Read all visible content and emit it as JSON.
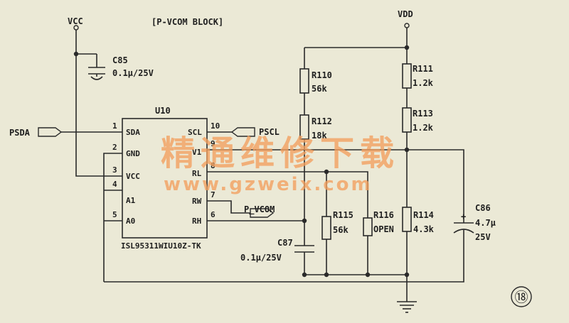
{
  "block_title": "[P-VCOM BLOCK]",
  "rails": {
    "vcc": "VCC",
    "vdd": "VDD"
  },
  "signals": {
    "psda": "PSDA",
    "pscl": "PSCL",
    "p_vcom": "P_VCOM"
  },
  "ic": {
    "ref": "U10",
    "part_number": "ISL95311WIU10Z-TK",
    "left_pins": [
      {
        "num": "1",
        "name": "SDA"
      },
      {
        "num": "2",
        "name": "GND"
      },
      {
        "num": "3",
        "name": "VCC"
      },
      {
        "num": "4",
        "name": "A1"
      },
      {
        "num": "5",
        "name": "A0"
      }
    ],
    "right_pins": [
      {
        "num": "10",
        "name": "SCL"
      },
      {
        "num": "9",
        "name": "V1"
      },
      {
        "num": "8",
        "name": "RL"
      },
      {
        "num": "7",
        "name": "RW"
      },
      {
        "num": "6",
        "name": "RH"
      }
    ]
  },
  "components": {
    "c85": {
      "ref": "C85",
      "value": "0.1μ/25V"
    },
    "c87": {
      "ref": "C87",
      "value": "0.1μ/25V"
    },
    "c86": {
      "ref": "C86",
      "value": "4.7μ",
      "voltage": "25V",
      "polarity": "+"
    },
    "r110": {
      "ref": "R110",
      "value": "56k"
    },
    "r112": {
      "ref": "R112",
      "value": "18k"
    },
    "r111": {
      "ref": "R111",
      "value": "1.2k"
    },
    "r113": {
      "ref": "R113",
      "value": "1.2k"
    },
    "r115": {
      "ref": "R115",
      "value": "56k"
    },
    "r116": {
      "ref": "R116",
      "value": "OPEN"
    },
    "r114": {
      "ref": "R114",
      "value": "4.3k"
    }
  },
  "watermark": {
    "chinese": "精通维修下载",
    "url": "www.gzweix.com"
  },
  "figure_number": "⑱"
}
